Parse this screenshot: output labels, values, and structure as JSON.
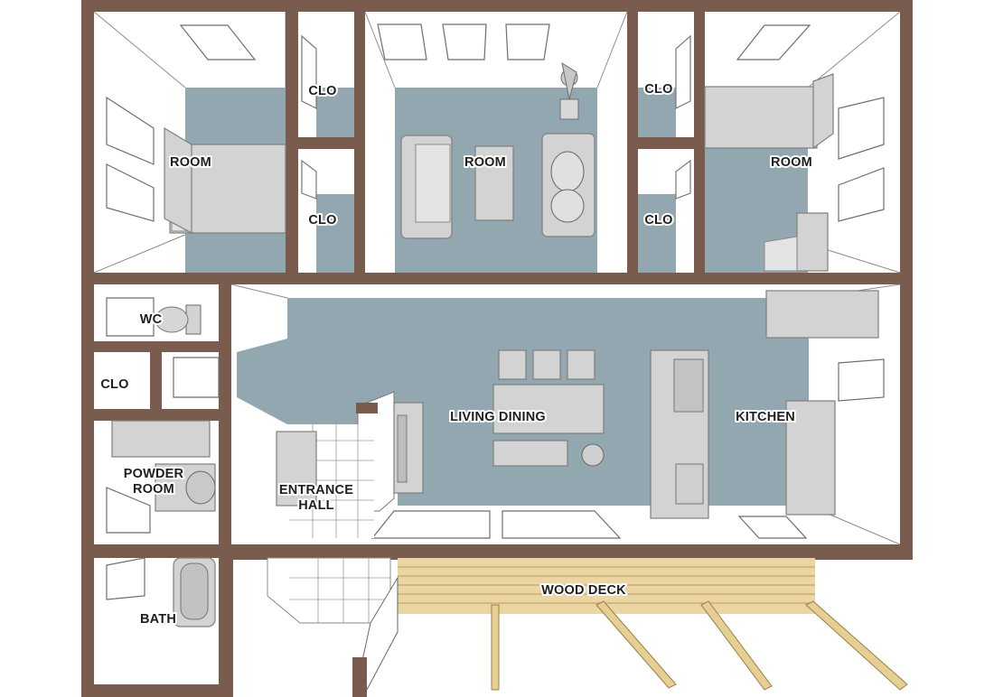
{
  "rooms": {
    "room_left": "ROOM",
    "clo_top_left": "CLO",
    "clo_mid_left": "CLO",
    "room_center": "ROOM",
    "clo_top_right": "CLO",
    "clo_mid_right": "CLO",
    "room_right": "ROOM",
    "wc": "WC",
    "clo_small": "CLO",
    "powder_room_line1": "POWDER",
    "powder_room_line2": "ROOM",
    "living_dining": "LIVING DINING",
    "kitchen": "KITCHEN",
    "entrance_hall_line1": "ENTRANCE",
    "entrance_hall_line2": "HALL",
    "bath": "BATH",
    "wood_deck": "WOOD DECK"
  },
  "colors": {
    "wall": "#7a5c4e",
    "floor": "#93a7b1",
    "furniture": "#d3d3d3",
    "deck": "#ebd6a3"
  }
}
